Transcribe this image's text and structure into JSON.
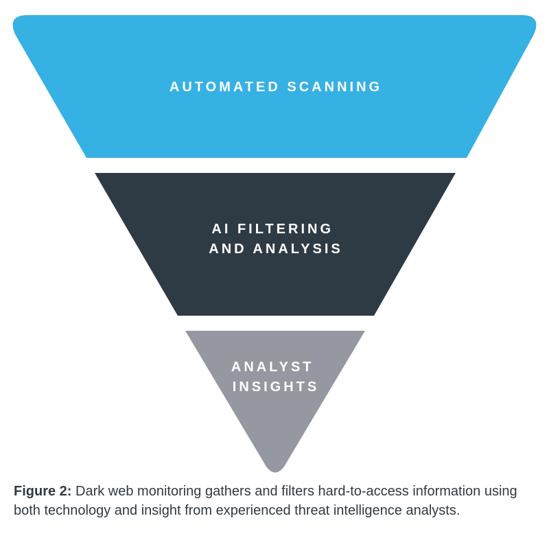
{
  "diagram": {
    "tiers": [
      {
        "lines": [
          "AUTOMATED SCANNING"
        ],
        "color": "#36b1e3"
      },
      {
        "lines": [
          "AI FILTERING",
          "AND ANALYSIS"
        ],
        "color": "#2e3b45"
      },
      {
        "lines": [
          "ANALYST",
          "INSIGHTS"
        ],
        "color": "#9598a0"
      }
    ]
  },
  "caption": {
    "label": "Figure 2:",
    "text": "Dark web monitoring gathers and filters hard-to-access information using both technology and insight from experienced threat intelligence analysts."
  }
}
